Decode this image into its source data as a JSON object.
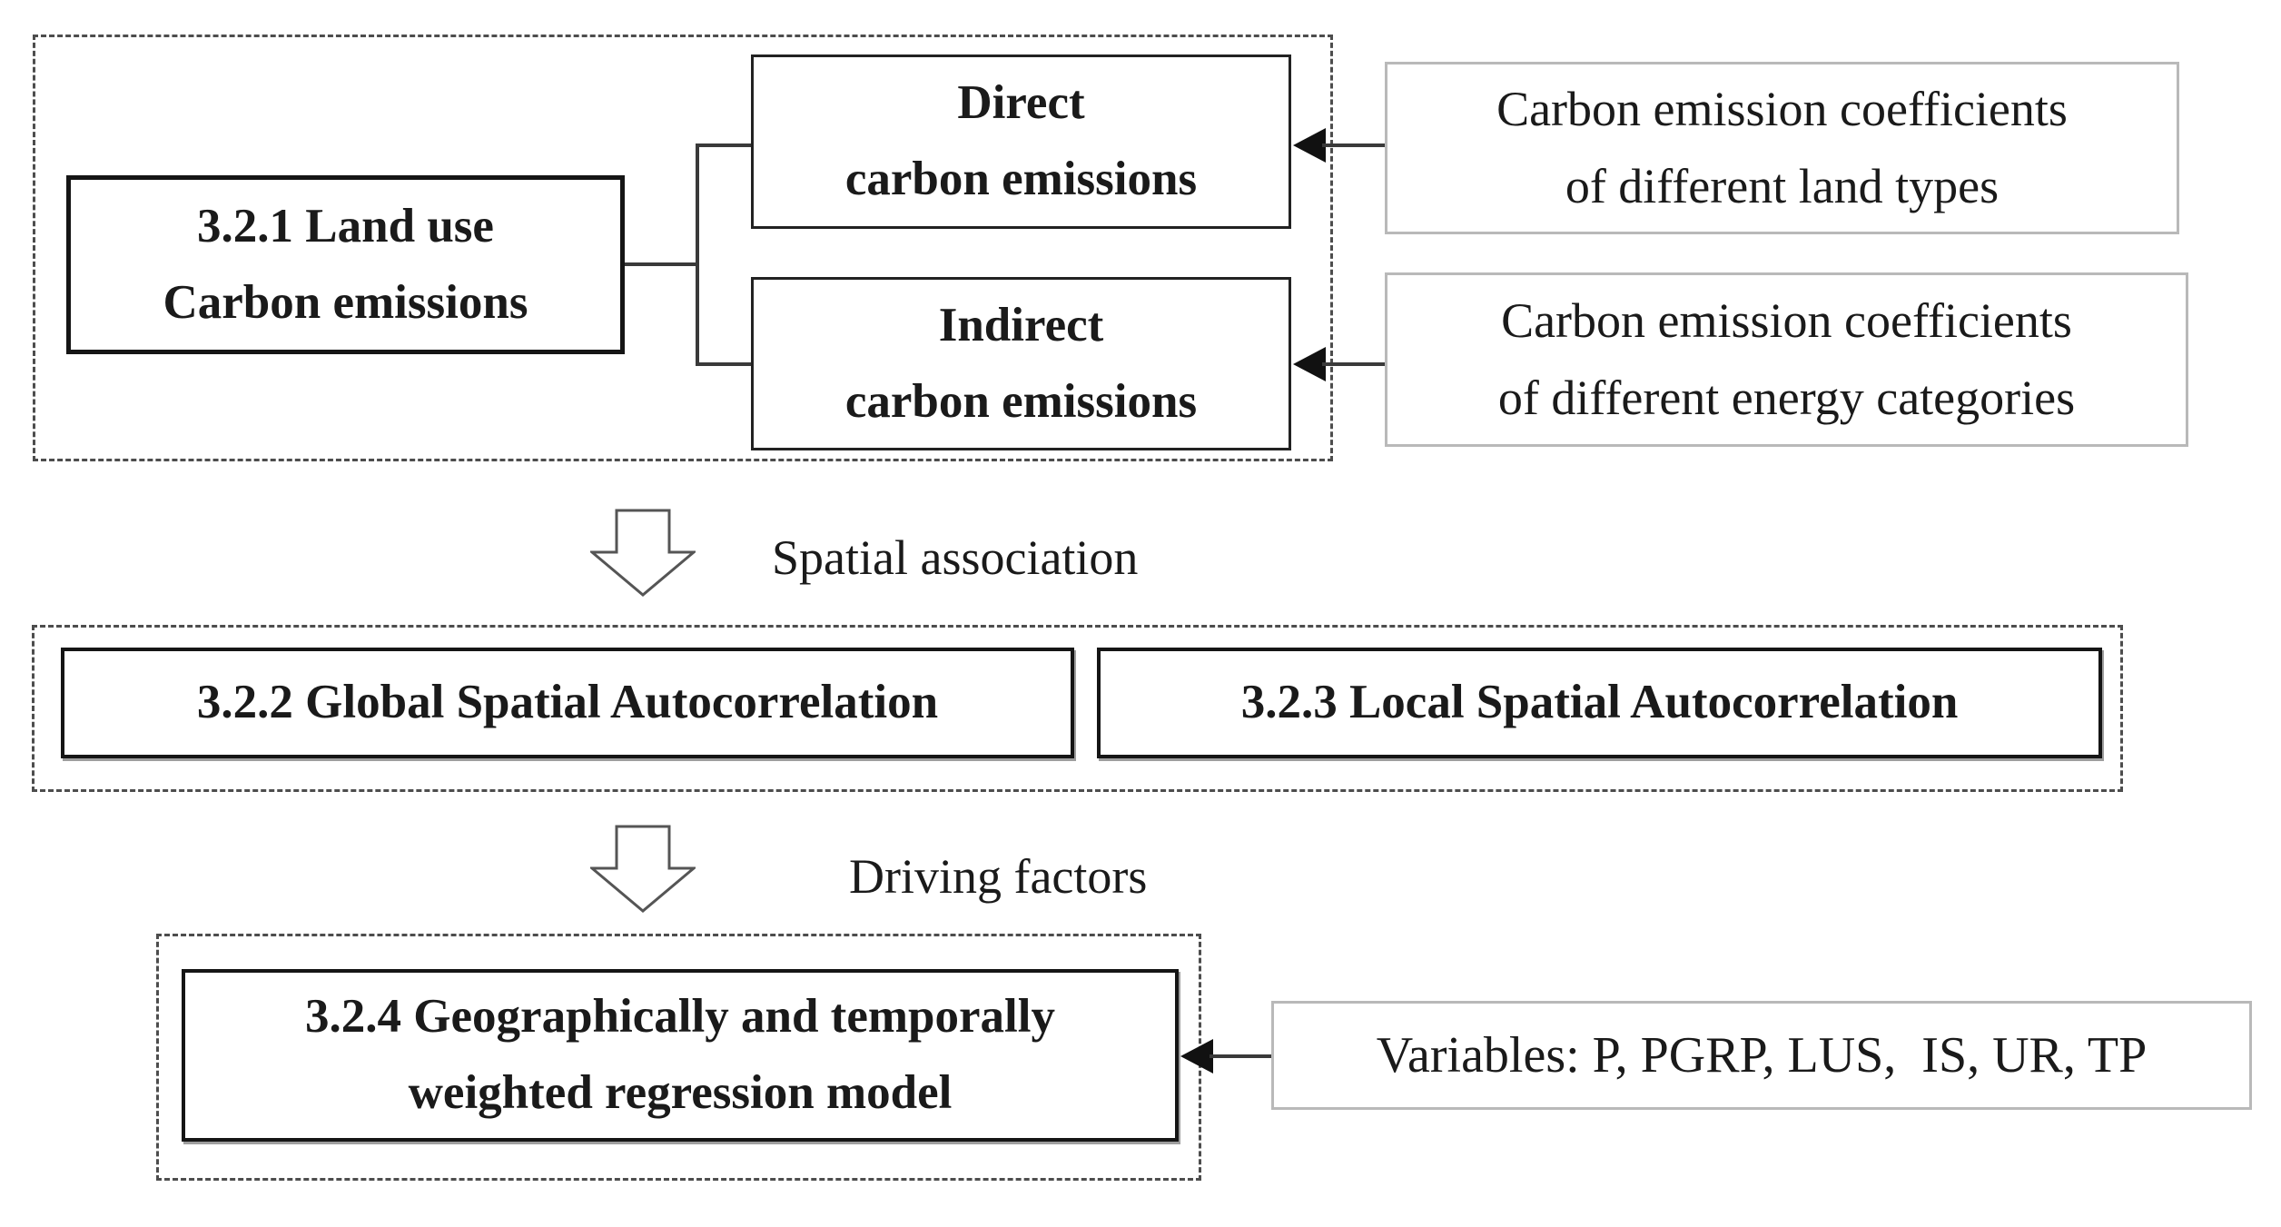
{
  "boxes": {
    "land_use": {
      "lines": [
        "3.2.1 Land use",
        "Carbon emissions"
      ]
    },
    "direct": {
      "lines": [
        "Direct",
        "carbon emissions"
      ]
    },
    "indirect": {
      "lines": [
        "Indirect",
        "carbon emissions"
      ]
    },
    "land_coeff": {
      "lines": [
        "Carbon emission coefficients",
        "of different land types"
      ]
    },
    "energy_coeff": {
      "lines": [
        "Carbon emission coefficients",
        "of different energy categories"
      ]
    },
    "global_autocorr": {
      "lines": [
        "3.2.2 Global Spatial Autocorrelation"
      ]
    },
    "local_autocorr": {
      "lines": [
        "3.2.3 Local Spatial Autocorrelation"
      ]
    },
    "gtwr": {
      "lines": [
        "3.2.4 Geographically and temporally",
        "weighted regression model"
      ]
    },
    "variables": {
      "lines": [
        "Variables: P, PGRP, LUS,  IS, UR, TP"
      ]
    }
  },
  "labels": {
    "spatial_association": "Spatial association",
    "driving_factors": "Driving factors"
  },
  "colors": {
    "ink": "#1a1a1a",
    "line": "#3a3a3a",
    "gray_border": "#b9b9b9",
    "dash": "#4d4d4d",
    "paper": "#ffffff"
  }
}
